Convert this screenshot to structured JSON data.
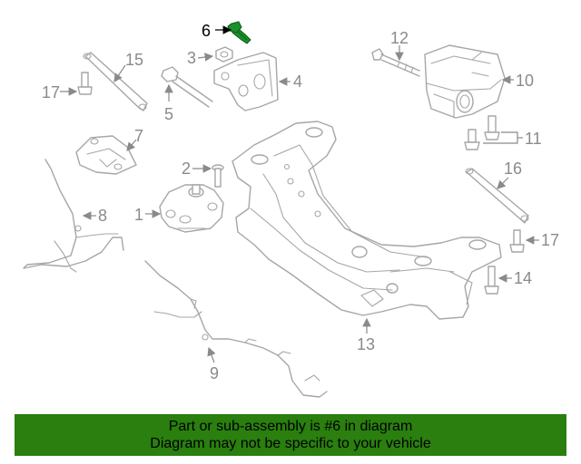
{
  "callouts": {
    "c1": "1",
    "c2": "2",
    "c3": "3",
    "c4": "4",
    "c5": "5",
    "c6": "6",
    "c7": "7",
    "c8": "8",
    "c9": "9",
    "c10": "10",
    "c11": "11",
    "c12": "12",
    "c13": "13",
    "c14": "14",
    "c15": "15",
    "c16": "16",
    "c17a": "17",
    "c17b": "17"
  },
  "highlight": {
    "part": "6",
    "color": "#1a8f2a"
  },
  "banner": {
    "line1": "Part or sub-assembly is #6 in diagram",
    "line2": "Diagram may not be specific to your vehicle",
    "background": "#2a7f0f"
  }
}
